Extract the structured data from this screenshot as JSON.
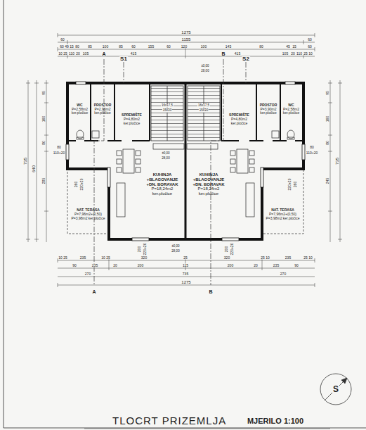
{
  "diagram": {
    "title": "TLOCRT PRIZEMLJA",
    "nodes": [
      {
        "text": [
          "WC",
          "P=2,58m2 ker.pločice"
        ]
      },
      {
        "text": [
          "PROSTOR",
          "P=2,96m2 ker.pločice"
        ]
      },
      {
        "text": [
          "SPREMIŠTE",
          "P=4,80m2 ker.pločice"
        ]
      },
      {
        "text": [
          "SPREMIŠTE",
          "P=4,80m2 ker.pločice"
        ]
      },
      {
        "text": [
          "PROSTOR",
          "P=3,90m2 ker.pločice"
        ]
      },
      {
        "text": [
          "WC",
          "P=2,58m2 ker.pločice"
        ]
      },
      {
        "text": [
          "KUHINJA +BLAGOVANJE +DN. BORAVAK",
          "P=18,24m2 ker.pločice"
        ]
      },
      {
        "text": [
          "KUHINJA +BLAGOVANJE +DN. BORAVAK",
          "P=18,24m2 ker.pločice"
        ]
      },
      {
        "text": [
          "NAT. TERASA",
          "P=7,96m2+(0,50) P=3,98m2 ker.pločice"
        ]
      },
      {
        "text": [
          "NAT. TERASA",
          "P=7,96m2+(0,50) P=3,98m2 ker.pločice"
        ]
      }
    ],
    "labels": [
      "1275",
      "60",
      "1155",
      "60",
      "60",
      "49",
      "15",
      "80",
      "85",
      "100",
      "85",
      "60",
      "155",
      "60",
      "120",
      "100",
      "145",
      "80",
      "45",
      "15",
      "60",
      "10",
      "25",
      "110",
      "20",
      "105",
      "415",
      "415",
      "105",
      "20",
      "110",
      "25",
      "10",
      "10",
      "25",
      "235",
      "10",
      "25",
      "320",
      "25",
      "320",
      "25",
      "10",
      "235",
      "25",
      "10",
      "90",
      "235",
      "20",
      "200",
      "115",
      "200",
      "20",
      "235",
      "90",
      "270",
      "735",
      "270",
      "1275",
      "735",
      "640",
      "95",
      "160",
      "80",
      "285",
      "95",
      "160",
      "80",
      "245",
      "735",
      "80",
      "110+20",
      "80",
      "110+20",
      "260",
      "220+20",
      "260",
      "220+20",
      "200",
      "220+20",
      "200",
      "220+20",
      "±0,00",
      "28,00",
      "±0,00",
      "28,00",
      "±0,00",
      "28,00",
      "16x17,5",
      "15x30",
      "16x17,5",
      "15x30",
      "S1",
      "S2",
      "A",
      "B",
      "A",
      "B",
      "S",
      "MJERILO 1:100"
    ]
  }
}
